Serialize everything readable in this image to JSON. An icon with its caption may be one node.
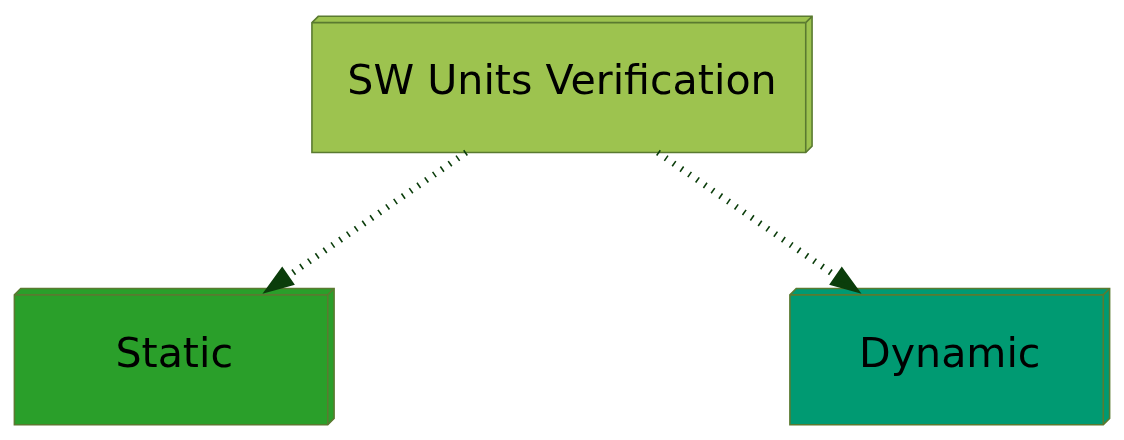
{
  "diagram": {
    "nodes": [
      {
        "text": [
          "SW Units Verification"
        ]
      },
      {
        "text": [
          "Static"
        ]
      },
      {
        "text": [
          "Dynamic"
        ]
      }
    ],
    "edges": [
      {
        "from": 0,
        "to": 1,
        "arrow": "to",
        "style": "dashed"
      },
      {
        "from": 0,
        "to": 2,
        "arrow": "to",
        "style": "dashed"
      }
    ]
  }
}
